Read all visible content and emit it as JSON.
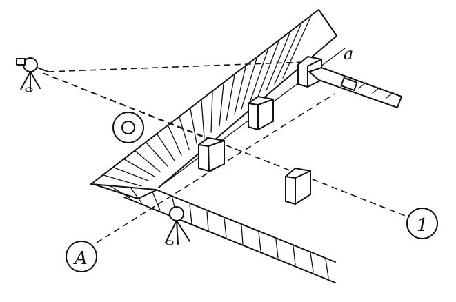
{
  "labels": {
    "marker_a_lower": "a",
    "axis_letter": "A",
    "axis_number": "1"
  }
}
